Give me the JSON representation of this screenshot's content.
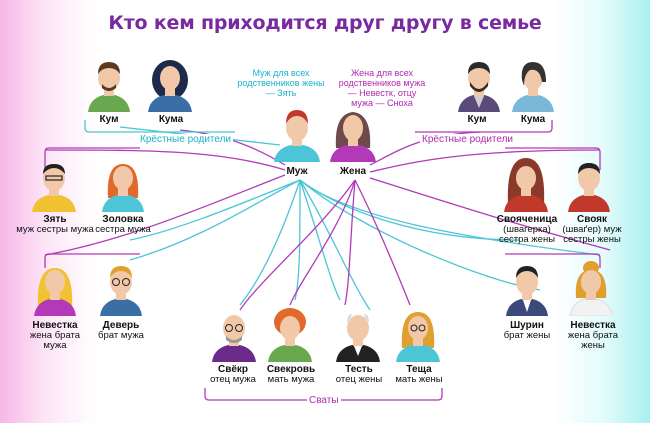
{
  "title": "Кто кем приходится друг другу в семье",
  "notes": {
    "husband": "Муж для всех родственников жены — Зять",
    "wife": "Жена для всех родственников мужа — Невестк, отцу мужа — Сноха"
  },
  "group_labels": {
    "godparents_left": "Крёстные родители",
    "godparents_right": "Крёстные родители",
    "svaty": "Сваты"
  },
  "people": {
    "kum_l": {
      "name": "Кум",
      "sub": ""
    },
    "kuma_l": {
      "name": "Кума",
      "sub": ""
    },
    "kum_r": {
      "name": "Кум",
      "sub": ""
    },
    "kuma_r": {
      "name": "Кума",
      "sub": ""
    },
    "muzh": {
      "name": "Муж",
      "sub": ""
    },
    "zhena": {
      "name": "Жена",
      "sub": ""
    },
    "zyat": {
      "name": "Зять",
      "sub": "муж сестры мужа"
    },
    "zolovka": {
      "name": "Золовка",
      "sub": "сестра мужа"
    },
    "nevestka_l": {
      "name": "Невестка",
      "sub": "жена брата мужа"
    },
    "dever": {
      "name": "Деверь",
      "sub": "брат мужа"
    },
    "svekr": {
      "name": "Свёкр",
      "sub": "отец мужа"
    },
    "svekrov": {
      "name": "Свекровь",
      "sub": "мать мужа"
    },
    "test": {
      "name": "Тесть",
      "sub": "отец жены"
    },
    "tescha": {
      "name": "Теща",
      "sub": "мать жены"
    },
    "svoyachenitsa": {
      "name": "Свояченица",
      "sub": "(швагерка) сестра жены"
    },
    "svoyak": {
      "name": "Свояк",
      "sub": "(шваґер) муж сестры жены"
    },
    "shurin": {
      "name": "Шурин",
      "sub": "брат жены"
    },
    "nevestka_r": {
      "name": "Невестка",
      "sub": "жена брата жены"
    }
  },
  "colors": {
    "title": "#7a2aa0",
    "cyan_line": "#4cc6d6",
    "magenta_line": "#b23ab8",
    "skin": "#f2c9a8"
  }
}
